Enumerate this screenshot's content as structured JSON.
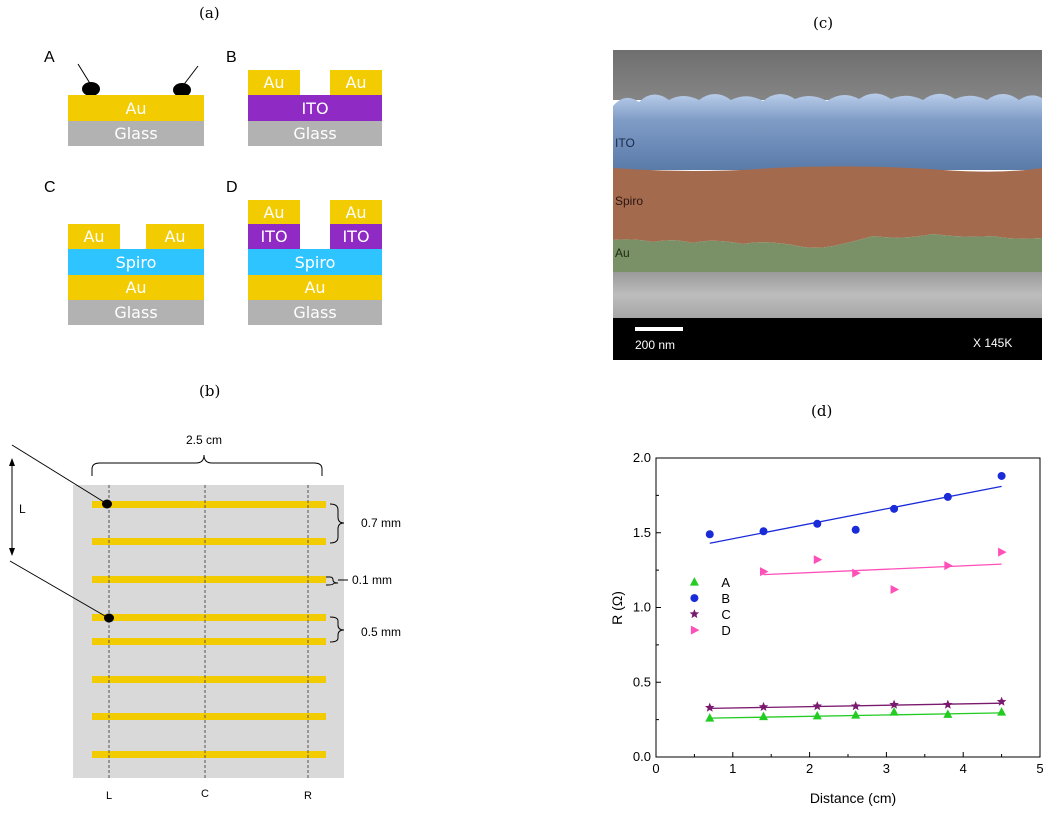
{
  "panels": {
    "a": {
      "label": "(a)",
      "devices": [
        {
          "name": "A",
          "layers": [
            "Au",
            "Glass"
          ]
        },
        {
          "name": "B",
          "top": [
            "Au",
            "Au"
          ],
          "layers": [
            "ITO",
            "Glass"
          ]
        },
        {
          "name": "C",
          "top": [
            "Au",
            "Au"
          ],
          "layers": [
            "Spiro",
            "Au",
            "Glass"
          ]
        },
        {
          "name": "D",
          "top": [
            "Au",
            "Au"
          ],
          "mid": [
            "ITO",
            "ITO"
          ],
          "layers": [
            "Spiro",
            "Au",
            "Glass"
          ]
        }
      ]
    },
    "b": {
      "label": "(b)",
      "width_label": "2.5 cm",
      "length_label": "L",
      "gap_labels": [
        "0.7 mm",
        "0.1 mm",
        "0.5 mm"
      ],
      "line_labels": [
        "L",
        "C",
        "R"
      ]
    },
    "c": {
      "label": "(c)",
      "layer_labels": [
        "ITO",
        "Spiro",
        "Au"
      ],
      "scale_label": "200 nm",
      "magnification": "X 145K"
    }
  },
  "colors": {
    "gold": "#f2cc00",
    "glass": "#b2b2b2",
    "ito": "#8f2bc4",
    "spiro": "#2ec4ff",
    "substrate": "#d9d9d9",
    "series_A": "#22cc22",
    "series_B": "#1a2bd9",
    "series_C": "#7a1a6e",
    "series_D": "#ff4fb8"
  },
  "chart_data": {
    "type": "scatter",
    "panel_label": "(d)",
    "xlabel": "Distance (cm)",
    "ylabel": "R (Ω)",
    "xlim": [
      0,
      5
    ],
    "ylim": [
      0.0,
      2.0
    ],
    "xticks": [
      "0",
      "1",
      "2",
      "3",
      "4",
      "5"
    ],
    "yticks": [
      "0.0",
      "0.5",
      "1.0",
      "1.5",
      "2.0"
    ],
    "legend_placement": "center-left",
    "series": [
      {
        "name": "A",
        "marker": "triangle-up",
        "x": [
          0.7,
          1.4,
          2.1,
          2.6,
          3.1,
          3.8,
          4.5
        ],
        "y": [
          0.26,
          0.27,
          0.275,
          0.28,
          0.3,
          0.285,
          0.3
        ],
        "fit": [
          [
            0.7,
            0.26
          ],
          [
            4.5,
            0.295
          ]
        ]
      },
      {
        "name": "B",
        "marker": "circle",
        "x": [
          0.7,
          1.4,
          2.1,
          2.6,
          3.1,
          3.8,
          4.5
        ],
        "y": [
          1.49,
          1.51,
          1.56,
          1.52,
          1.66,
          1.74,
          1.88
        ],
        "fit": [
          [
            0.7,
            1.43
          ],
          [
            4.5,
            1.81
          ]
        ]
      },
      {
        "name": "C",
        "marker": "star",
        "x": [
          0.7,
          1.4,
          2.1,
          2.6,
          3.1,
          3.8,
          4.5
        ],
        "y": [
          0.33,
          0.335,
          0.34,
          0.34,
          0.35,
          0.35,
          0.37
        ],
        "fit": [
          [
            0.7,
            0.325
          ],
          [
            4.5,
            0.36
          ]
        ]
      },
      {
        "name": "D",
        "marker": "triangle-right",
        "x": [
          1.4,
          2.1,
          2.6,
          3.1,
          3.8,
          4.5
        ],
        "y": [
          1.24,
          1.32,
          1.23,
          1.12,
          1.28,
          1.37
        ],
        "fit": [
          [
            1.4,
            1.22
          ],
          [
            4.5,
            1.29
          ]
        ]
      }
    ]
  }
}
